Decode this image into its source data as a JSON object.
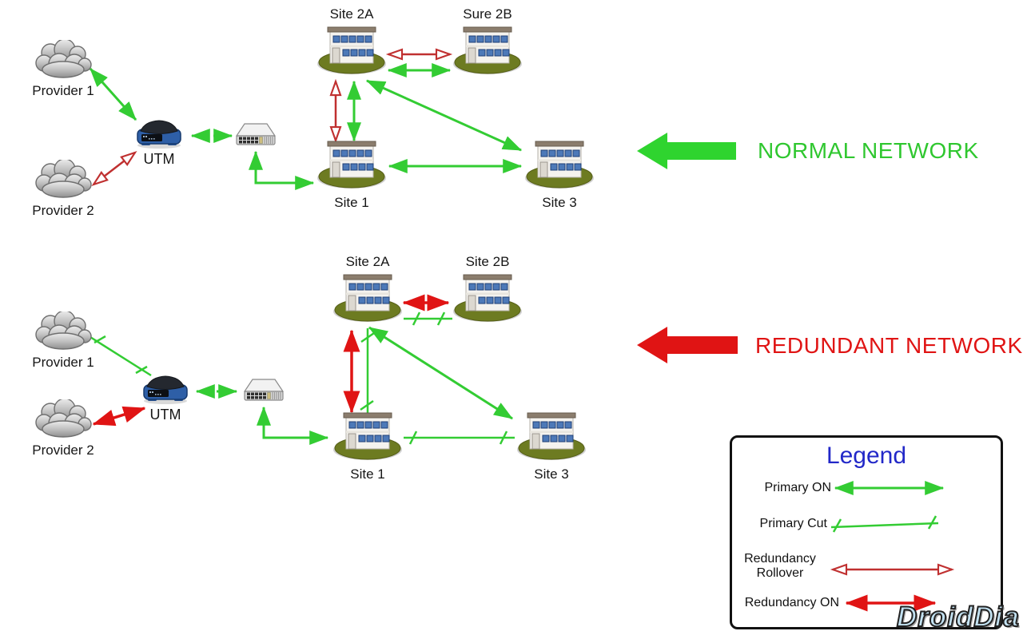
{
  "normal_network": {
    "banner": "NORMAL NETWORK",
    "nodes": {
      "provider1": "Provider 1",
      "provider2": "Provider 2",
      "utm": "UTM",
      "site2a": "Site 2A",
      "site2b": "Sure 2B",
      "site1": "Site 1",
      "site3": "Site 3"
    }
  },
  "redundant_network": {
    "banner": "REDUNDANT NETWORK",
    "nodes": {
      "provider1": "Provider 1",
      "provider2": "Provider 2",
      "utm": "UTM",
      "site2a": "Site 2A",
      "site2b": "Site 2B",
      "site1": "Site 1",
      "site3": "Site 3"
    }
  },
  "legend": {
    "title": "Legend",
    "items": [
      {
        "label": "Primary ON",
        "style": "green-solid-double-arrow"
      },
      {
        "label": "Primary Cut",
        "style": "green-line-with-cut-marks"
      },
      {
        "label": "Redundancy Rollover",
        "style": "red-outline-double-arrow"
      },
      {
        "label": "Redundancy ON",
        "style": "red-solid-double-arrow"
      }
    ]
  },
  "watermark": "DroidDia",
  "colors": {
    "primary_green": "#33cc33",
    "banner_green": "#2fd42f",
    "redundancy_red": "#e01414",
    "rollover_red": "#c03030",
    "legend_title_blue": "#2228c8",
    "site_ground_olive": "#6d7b21"
  }
}
